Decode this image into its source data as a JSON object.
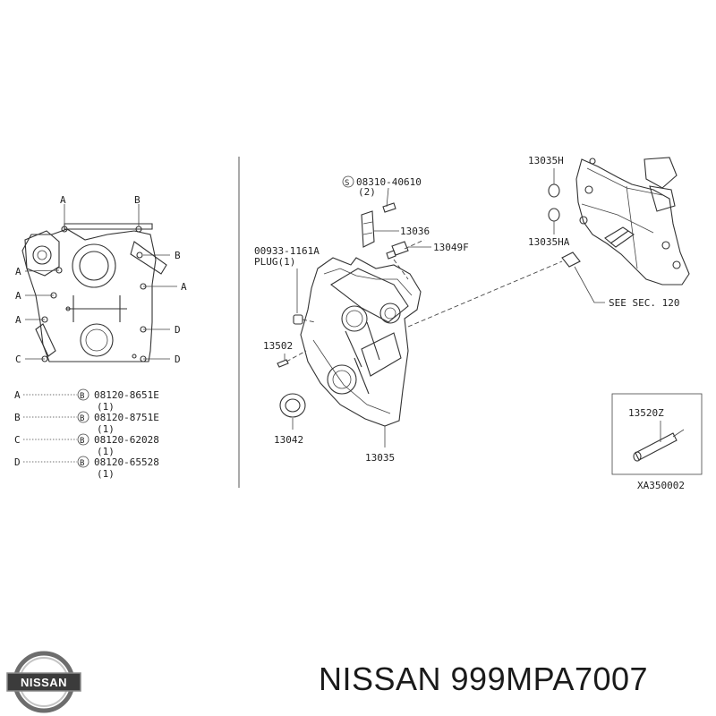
{
  "diagram": {
    "left_panel": {
      "tags": {
        "a": "A",
        "b": "B",
        "c": "C",
        "d": "D"
      },
      "bolt_legend": [
        {
          "tag": "A",
          "marker": "B",
          "part": "08120-8651E",
          "qty": "(1)"
        },
        {
          "tag": "B",
          "marker": "B",
          "part": "08120-8751E",
          "qty": "(1)"
        },
        {
          "tag": "C",
          "marker": "B",
          "part": "08120-62028",
          "qty": "(1)"
        },
        {
          "tag": "D",
          "marker": "B",
          "part": "08120-65528",
          "qty": "(1)"
        }
      ]
    },
    "center_panel": {
      "bolt": {
        "marker": "S",
        "part": "08310-40610",
        "qty": "(2)"
      },
      "parts": {
        "p13036": "13036",
        "p13049f": "13049F",
        "plug_part": "00933-1161A",
        "plug_label": "PLUG(1)",
        "p13502": "13502",
        "p13042": "13042",
        "p13035": "13035"
      }
    },
    "right_panel": {
      "p13035h": "13035H",
      "p13035ha": "13035HA",
      "see_sec": "SEE SEC. 120",
      "inset_part": "13520Z",
      "drawing_code": "XA350002"
    }
  },
  "brand": {
    "logo_text": "NISSAN",
    "title": "NISSAN 999MPA7007"
  }
}
